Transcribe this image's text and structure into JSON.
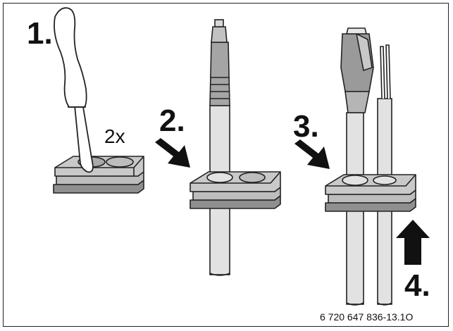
{
  "steps": [
    {
      "label": "1."
    },
    {
      "label": "2."
    },
    {
      "label": "3."
    },
    {
      "label": "4."
    }
  ],
  "repeat_label": "2x",
  "figure_id": "6 720 647 836-13.1O",
  "colors": {
    "outline": "#222222",
    "grommet": "#bdbdbd",
    "grommet_dark": "#8f8f8f",
    "cable": "#e2e2e2",
    "connector": "#9a9a9a",
    "arrow": "#111111"
  }
}
